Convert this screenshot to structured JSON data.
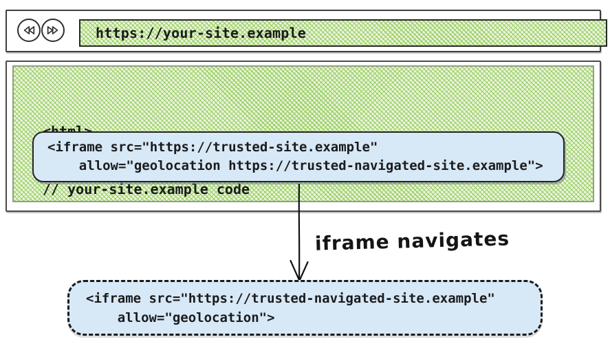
{
  "browser": {
    "url": "https://your-site.example",
    "back_icon": "rewind-icon",
    "forward_icon": "fast-forward-icon"
  },
  "host_page": {
    "code_line1": "<html>",
    "code_line2": "// your-site.example code"
  },
  "iframe_embed": {
    "line1": "<iframe src=\"https://trusted-site.example\"",
    "line2": "    allow=\"geolocation https://trusted-navigated-site.example\">"
  },
  "arrow": {
    "label": "iframe navigates"
  },
  "iframe_navigated": {
    "line1": "<iframe src=\"https://trusted-navigated-site.example\"",
    "line2": "    allow=\"geolocation\">"
  },
  "colors": {
    "hatch_green": "#8dc955",
    "code_box_blue": "#d7e8f7",
    "ink": "#1b1b1b",
    "frame_gray": "#4a4a4a"
  }
}
